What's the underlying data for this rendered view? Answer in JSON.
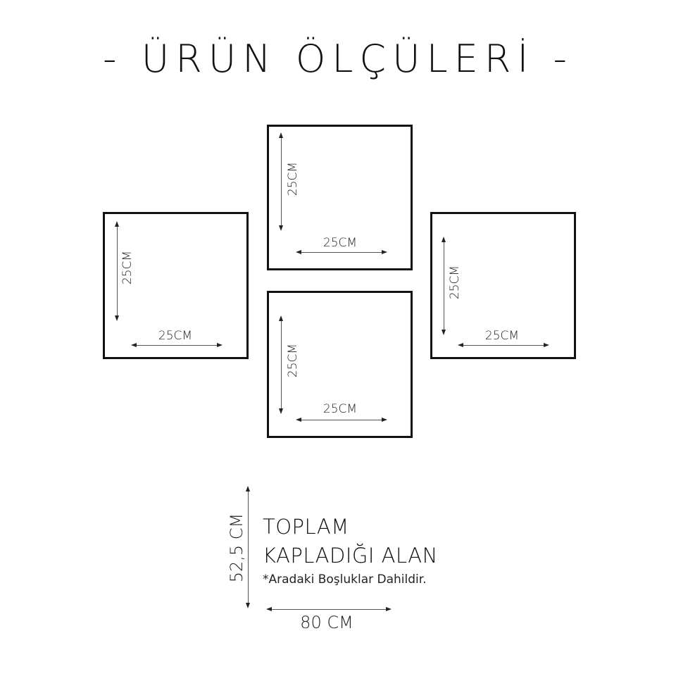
{
  "title": "- ÜRÜN ÖLÇÜLERİ -",
  "frames": [
    {
      "position": "top-center",
      "width_label": "25CM",
      "height_label": "25CM"
    },
    {
      "position": "left",
      "width_label": "25CM",
      "height_label": "25CM"
    },
    {
      "position": "right",
      "width_label": "25CM",
      "height_label": "25CM"
    },
    {
      "position": "bottom-center",
      "width_label": "25CM",
      "height_label": "25CM"
    }
  ],
  "total": {
    "title_line1": "TOPLAM",
    "title_line2": "KAPLADIĞI ALAN",
    "note": "*Aradaki Boşluklar Dahildir.",
    "height_label": "52,5 CM",
    "width_label": "80 CM"
  },
  "colors": {
    "frame_border": "#111111",
    "background": "#ffffff",
    "text": "#111111"
  }
}
